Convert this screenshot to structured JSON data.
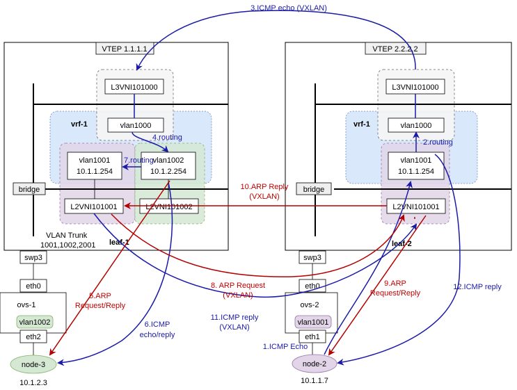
{
  "vteps": [
    {
      "title": "VTEP 1.1.1.1",
      "switch_label": "leaf-1"
    },
    {
      "title": "VTEP 2.2.2.2",
      "switch_label": "leaf-2"
    }
  ],
  "boxes": {
    "l3vni_left": "L3VNI101000",
    "l3vni_right": "L3VNI101000",
    "vlan1000_left": "vlan1000",
    "vlan1000_right": "vlan1000",
    "vrf_left": "vrf-1",
    "vrf_right": "vrf-1",
    "vlan1001_left": [
      "vlan1001",
      "10.1.1.254"
    ],
    "vlan1002_left": [
      "vlan1002",
      "10.1.2.254"
    ],
    "vlan1001_right": [
      "vlan1001",
      "10.1.1.254"
    ],
    "l2vni_left_1": "L2VNI101001",
    "l2vni_left_2": "L2VNI101002",
    "l2vni_right": "L2VNI101001",
    "bridge_left": "bridge",
    "bridge_right": "bridge",
    "swp3_left": "swp3",
    "swp3_right": "swp3",
    "eth0_left": "eth0",
    "eth0_right": "eth0",
    "ovs_left": "ovs-1",
    "ovs_right": "ovs-2",
    "vlan_ovs_left": "vlan1002",
    "vlan_ovs_right": "vlan1001",
    "eth2": "eth2",
    "eth1": "eth1"
  },
  "trunk": [
    "VLAN Trunk",
    "1001,1002,2001"
  ],
  "nodes": [
    {
      "name": "node-3",
      "ip": "10.1.2.3",
      "color": "#d5e8d4"
    },
    {
      "name": "node-2",
      "ip": "10.1.1.7",
      "color": "#e1d5e7"
    }
  ],
  "steps": {
    "s1": "1.ICMP Echo",
    "s2": "2.routing",
    "s3": "3.ICMP echo (VXLAN)",
    "s4": "4.routing",
    "s5": [
      "5.ARP",
      "Request/Reply"
    ],
    "s6": [
      "6.ICMP",
      "echo/reply"
    ],
    "s7": "7.routing",
    "s8": [
      "8. ARP Request",
      "(VXLAN)"
    ],
    "s9": [
      "9.ARP",
      "Request/Reply"
    ],
    "s10": [
      "10.ARP Reply",
      "(VXLAN)"
    ],
    "s11": [
      "11.ICMP reply",
      "(VXLAN)"
    ],
    "s12": "12.ICMP reply"
  },
  "colors": {
    "blue_arrow": "#1a1aa8",
    "red_arrow": "#b30000",
    "vrf_fill": "#dae8fc",
    "l2_purple": "#e1d5e7",
    "l2_green": "#d5e8d4",
    "gray_fill": "#f5f5f5"
  }
}
